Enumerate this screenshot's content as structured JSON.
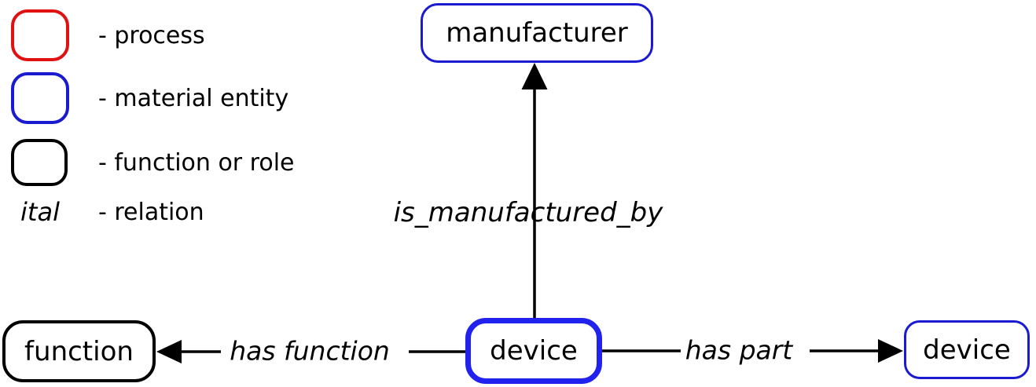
{
  "legend": {
    "items": [
      {
        "id": "process",
        "shape": "rounded-rectangle",
        "color": "#e01111",
        "label": "- process"
      },
      {
        "id": "material-entity",
        "shape": "rounded-rectangle",
        "color": "#1a1ad0",
        "label": "- material entity"
      },
      {
        "id": "function-or-role",
        "shape": "rounded-rectangle",
        "color": "#000000",
        "label": "- function or role"
      },
      {
        "id": "relation",
        "shape": "italic-text",
        "symbol": "ital",
        "label": "- relation"
      }
    ]
  },
  "nodes": [
    {
      "id": "manufacturer",
      "label": "manufacturer",
      "category": "material entity"
    },
    {
      "id": "device-main",
      "label": "device",
      "category": "material entity",
      "emphasis": "thick border"
    },
    {
      "id": "function",
      "label": "function",
      "category": "function or role"
    },
    {
      "id": "device-part",
      "label": "device",
      "category": "material entity"
    }
  ],
  "relations": [
    {
      "id": "is-manufactured-by",
      "label": "is_manufactured_by",
      "from": "device-main",
      "to": "manufacturer",
      "direction": "up"
    },
    {
      "id": "has-function",
      "label": "has function",
      "from": "device-main",
      "to": "function",
      "direction": "left"
    },
    {
      "id": "has-part",
      "label": "has part",
      "from": "device-main",
      "to": "device-part",
      "direction": "right"
    }
  ],
  "colors": {
    "process": "#e01111",
    "material_entity": "#1a1ad0",
    "device_emphasis_border": "#2222ee",
    "function_or_role": "#000000",
    "arrow": "#000000",
    "background": "#ffffff"
  }
}
